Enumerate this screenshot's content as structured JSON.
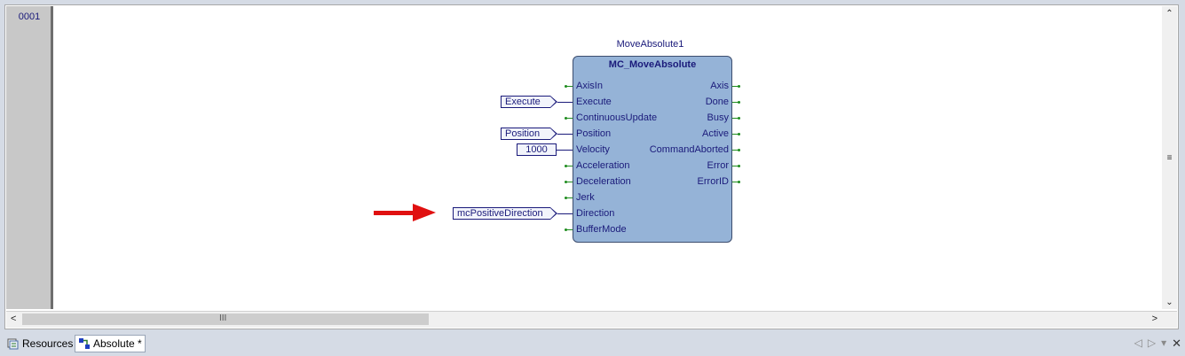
{
  "rung": {
    "number": "0001"
  },
  "block": {
    "instance_name": "MoveAbsolute1",
    "type_name": "MC_MoveAbsolute",
    "inputs": [
      "AxisIn",
      "Execute",
      "ContinuousUpdate",
      "Position",
      "Velocity",
      "Acceleration",
      "Deceleration",
      "Jerk",
      "Direction",
      "BufferMode"
    ],
    "outputs": [
      "Axis",
      "Done",
      "Busy",
      "Active",
      "CommandAborted",
      "Error",
      "ErrorID"
    ]
  },
  "variables": {
    "execute": "Execute",
    "position": "Position",
    "velocity": "1000",
    "direction": "mcPositiveDirection"
  },
  "annotation": {
    "color": "#e01010"
  },
  "scrollbars": {
    "up_icon": "chevron-up-icon",
    "down_icon": "chevron-down-icon",
    "left_icon": "chevron-left-icon",
    "right_icon": "chevron-right-icon",
    "grip_h": "III",
    "grip_v": "≡"
  },
  "tabs": [
    {
      "label": "Resources",
      "icon": "resources-icon"
    },
    {
      "label": "Absolute *",
      "icon": "program-icon",
      "active": true
    }
  ],
  "nav": {
    "prev": "◁",
    "next": "▷",
    "menu": "▾",
    "close": "✕"
  },
  "colors": {
    "block_fill": "#95b3d7",
    "pin_green": "#1e8c1e",
    "text_navy": "#1a1a7a"
  }
}
